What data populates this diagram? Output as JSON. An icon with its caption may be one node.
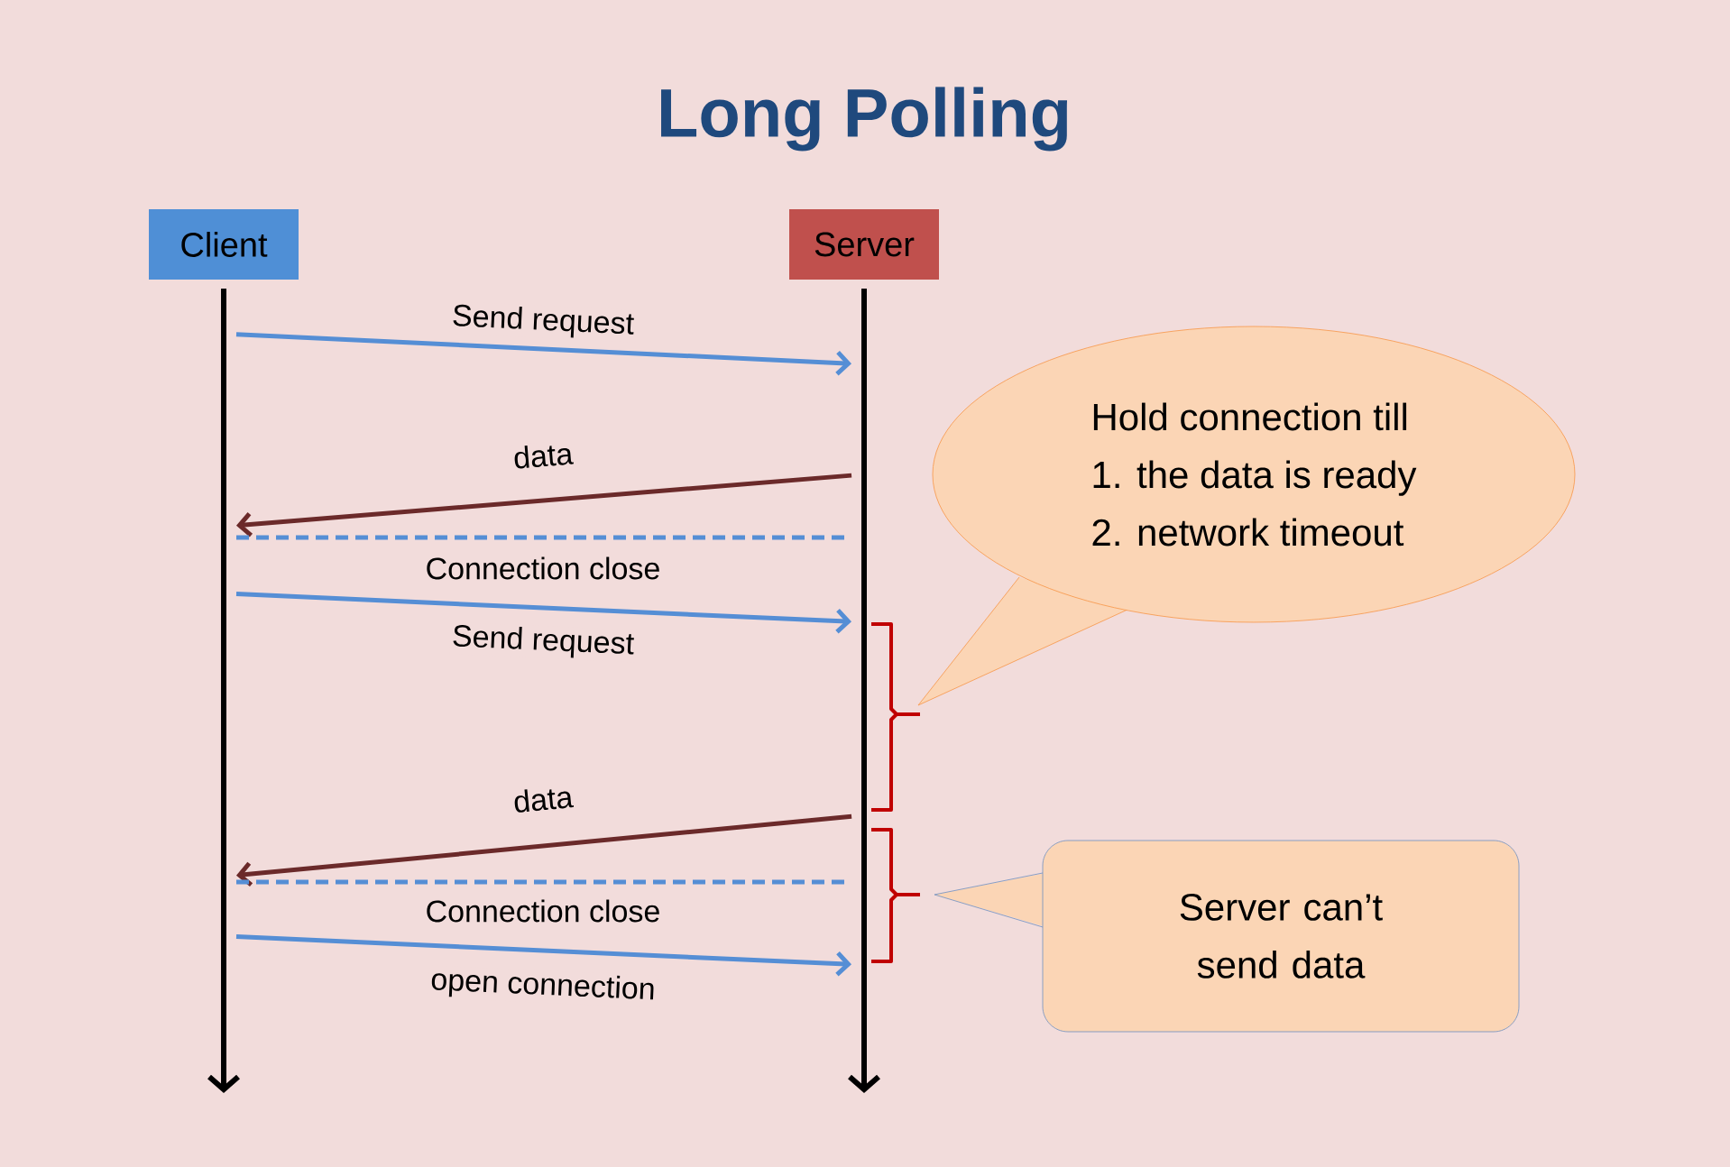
{
  "diagram": {
    "title": "Long Polling",
    "nodes": [
      {
        "text": [
          "Client"
        ]
      },
      {
        "text": [
          "Server"
        ]
      },
      {
        "text": [
          "Hold connection till",
          "1.  the data is ready",
          "2.   network timeout"
        ]
      },
      {
        "text": [
          "Server can’t send data"
        ]
      }
    ],
    "edges": [
      {
        "from": 0,
        "to": 1,
        "arrow": "to",
        "label": "Send request"
      },
      {
        "from": 1,
        "to": 0,
        "arrow": "to",
        "label": "data",
        "color": "#6b2a2a"
      },
      {
        "from": 0,
        "to": 1,
        "arrow": "none",
        "label": "Connection close",
        "style": "dashed"
      },
      {
        "from": 0,
        "to": 1,
        "arrow": "to",
        "label": "Send request"
      },
      {
        "from": 1,
        "to": 0,
        "arrow": "to",
        "label": "data",
        "color": "#6b2a2a"
      },
      {
        "from": 0,
        "to": 1,
        "arrow": "none",
        "label": "Connection close",
        "style": "dashed"
      },
      {
        "from": 0,
        "to": 1,
        "arrow": "to",
        "label": "open connection"
      }
    ]
  }
}
